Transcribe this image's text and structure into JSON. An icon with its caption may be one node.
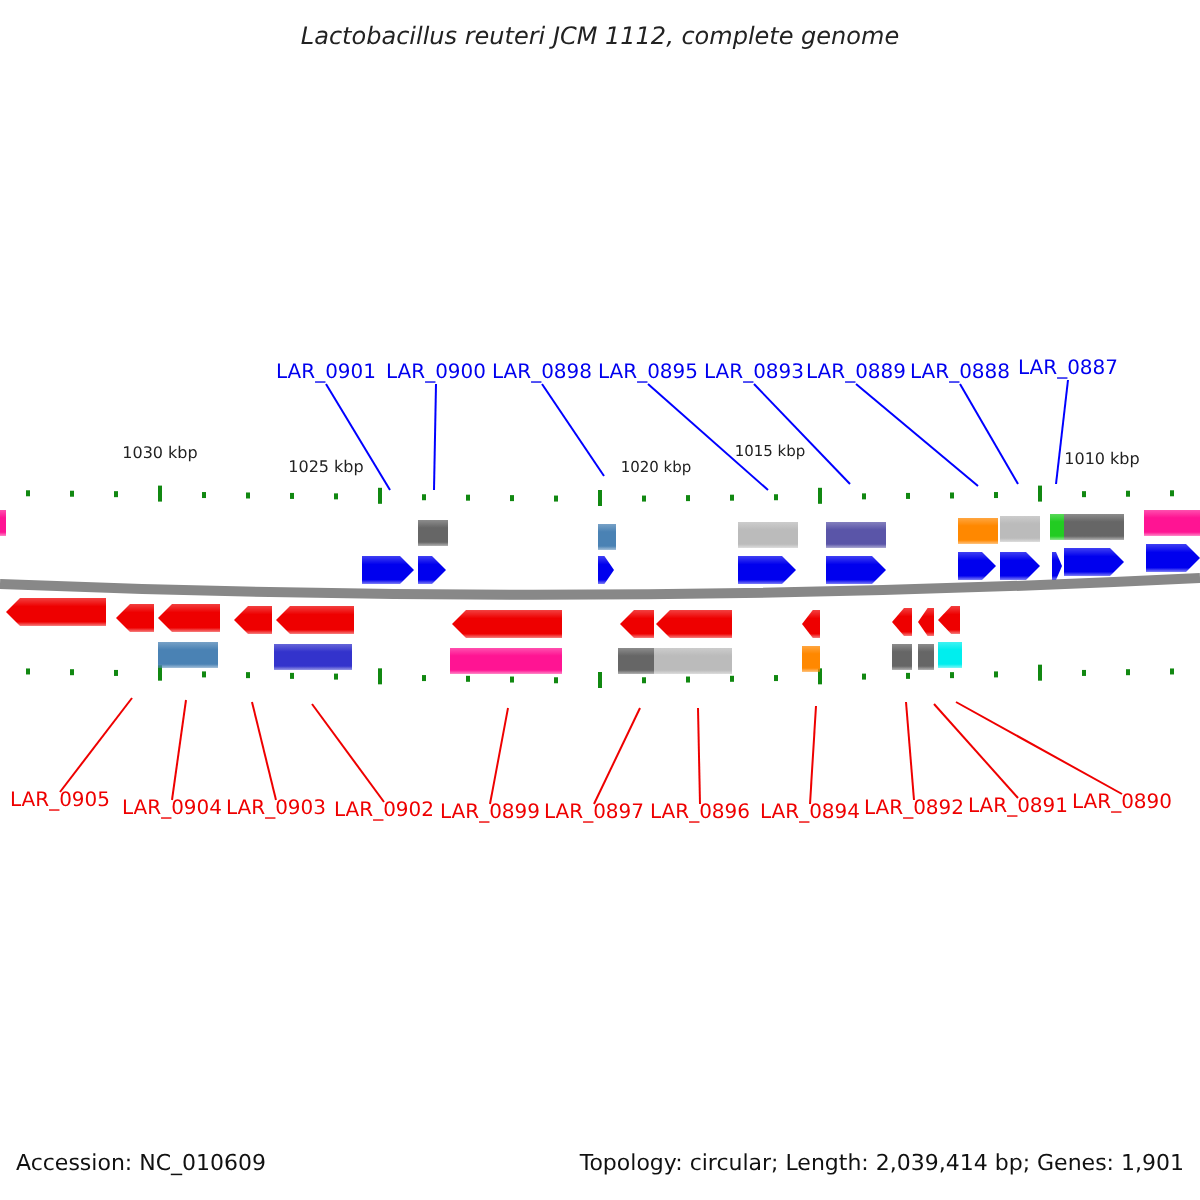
{
  "diagram": {
    "title": "Lactobacillus reuteri JCM 1112, complete genome",
    "nodes": [
      {
        "text": [
          "LAR_0901"
        ]
      },
      {
        "text": [
          "LAR_0900"
        ]
      },
      {
        "text": [
          "LAR_0898"
        ]
      },
      {
        "text": [
          "LAR_0895"
        ]
      },
      {
        "text": [
          "LAR_0893"
        ]
      },
      {
        "text": [
          "LAR_0889"
        ]
      },
      {
        "text": [
          "LAR_0888"
        ]
      },
      {
        "text": [
          "LAR_0887"
        ]
      },
      {
        "text": [
          "LAR_0905"
        ]
      },
      {
        "text": [
          "LAR_0904"
        ]
      },
      {
        "text": [
          "LAR_0903"
        ]
      },
      {
        "text": [
          "LAR_0902"
        ]
      },
      {
        "text": [
          "LAR_0899"
        ]
      },
      {
        "text": [
          "LAR_0897"
        ]
      },
      {
        "text": [
          "LAR_0896"
        ]
      },
      {
        "text": [
          "LAR_0894"
        ]
      },
      {
        "text": [
          "LAR_0892"
        ]
      },
      {
        "text": [
          "LAR_0891"
        ]
      },
      {
        "text": [
          "LAR_0890"
        ]
      }
    ],
    "edges": [
      {
        "from": 0,
        "to": null,
        "arrow": "none",
        "color": "#0000ff"
      },
      {
        "from": 1,
        "to": null,
        "arrow": "none",
        "color": "#0000ff"
      },
      {
        "from": 2,
        "to": null,
        "arrow": "none",
        "color": "#0000ff"
      },
      {
        "from": 3,
        "to": null,
        "arrow": "none",
        "color": "#0000ff"
      },
      {
        "from": 4,
        "to": null,
        "arrow": "none",
        "color": "#0000ff"
      },
      {
        "from": 5,
        "to": null,
        "arrow": "none",
        "color": "#0000ff"
      },
      {
        "from": 6,
        "to": null,
        "arrow": "none",
        "color": "#0000ff"
      },
      {
        "from": 7,
        "to": null,
        "arrow": "none",
        "color": "#0000ff"
      },
      {
        "from": 8,
        "to": null,
        "arrow": "none"
      },
      {
        "from": 9,
        "to": null,
        "arrow": "none"
      },
      {
        "from": 10,
        "to": null,
        "arrow": "none"
      },
      {
        "from": 11,
        "to": null,
        "arrow": "none"
      },
      {
        "from": 12,
        "to": null,
        "arrow": "none"
      },
      {
        "from": 13,
        "to": null,
        "arrow": "none"
      },
      {
        "from": 14,
        "to": null,
        "arrow": "none"
      },
      {
        "from": 15,
        "to": null,
        "arrow": "none"
      },
      {
        "from": 16,
        "to": null,
        "arrow": "none"
      },
      {
        "from": 17,
        "to": null,
        "arrow": "none"
      },
      {
        "from": 18,
        "to": null,
        "arrow": "none"
      }
    ],
    "labels": [
      "1030 kbp",
      "1025 kbp",
      "1020 kbp",
      "1015 kbp",
      "1010 kbp",
      "Accession: NC_010609",
      "Topology: circular; Length: 2,039,414 bp; Genes: 1,901"
    ]
  }
}
